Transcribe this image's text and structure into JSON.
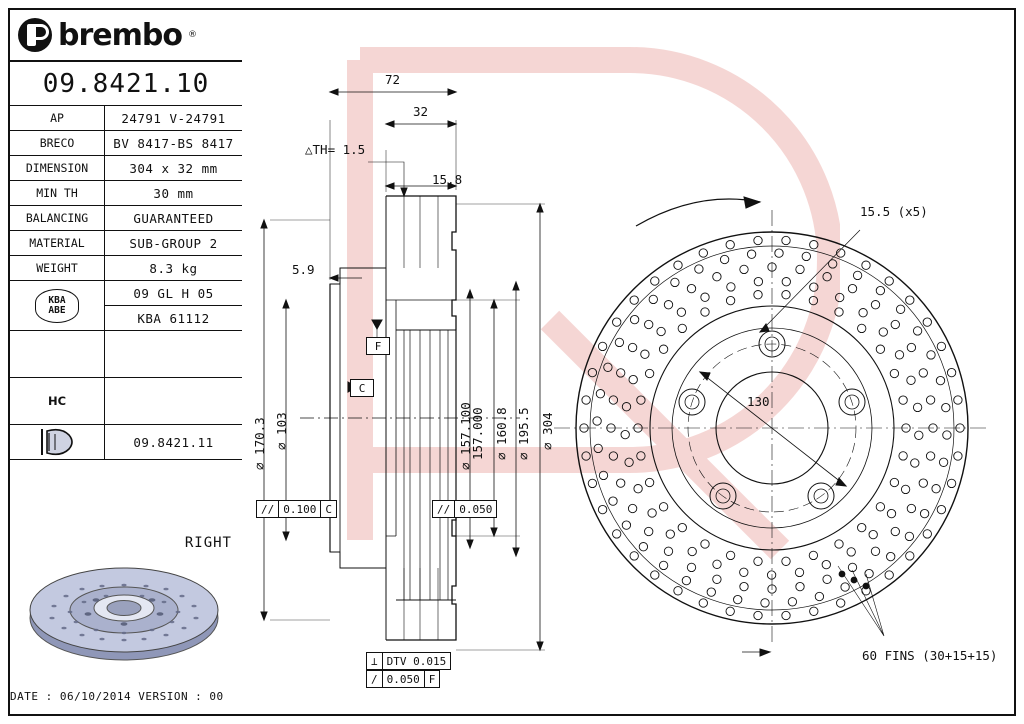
{
  "brand": {
    "name": "brembo",
    "registered": "®",
    "logo_icon": "brembo-logo-icon"
  },
  "part": {
    "number_top": "09.8421.10",
    "number_bottom": "09.8421.11",
    "side_label": "RIGHT"
  },
  "spec_table": {
    "rows": [
      {
        "key": "AP",
        "value": "24791 V-24791"
      },
      {
        "key": "BRECO",
        "value": "BV 8417-BS 8417"
      },
      {
        "key": "DIMENSION",
        "value": "304 x 32 mm"
      },
      {
        "key": "MIN TH",
        "value": "30 mm"
      },
      {
        "key": "BALANCING",
        "value": "GUARANTEED"
      },
      {
        "key": "MATERIAL",
        "value": "SUB-GROUP 2"
      },
      {
        "key": "WEIGHT",
        "value": "8.3 kg"
      }
    ],
    "kba": {
      "badge_line1": "KBA",
      "badge_line2": "ABE",
      "value1": "09 GL H 05",
      "value2": "KBA 61112"
    },
    "hc_label": "HC"
  },
  "footer": {
    "date_text": "DATE : 06/10/2014 VERSION : 00"
  },
  "section_view": {
    "dim_overall_width": "72",
    "dim_hat_width": "32",
    "dim_th_tolerance": "△TH= 1.5",
    "dim_158": "15.8",
    "dim_59": "5.9",
    "dia_170_3": "⌀ 170.3",
    "dia_103": "⌀ 103",
    "dia_157": "⌀ 157.100",
    "dia_157_b": "157.000",
    "dia_160_8": "⌀ 160.8",
    "dia_195_5": "⌀ 195.5",
    "dia_304": "⌀ 304",
    "datum_f": "F",
    "datum_c": "C",
    "tol_flat": {
      "symbol": "//",
      "value": "0.100",
      "datum": "C"
    },
    "tol_run": {
      "symbol": "//",
      "value": "0.050",
      "datum": ""
    },
    "tol_dtv": {
      "symbol": "⊥",
      "value": "DTV 0.015",
      "datum": ""
    },
    "tol_profile": {
      "symbol": "/",
      "value": "0.050",
      "datum": "F"
    }
  },
  "face_view": {
    "bolt_circle": "130",
    "chamfer_note": "15.5 (x5)",
    "fins_note": "60 FINS (30+15+15)",
    "rotation_arrow_icon": "rotation-arrow-icon"
  }
}
